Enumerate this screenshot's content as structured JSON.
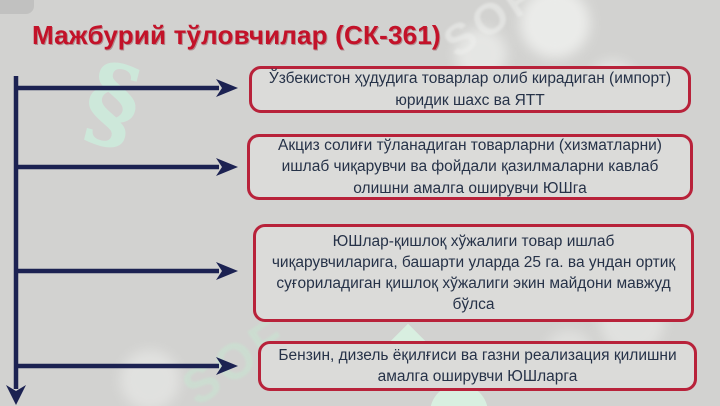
{
  "slide": {
    "title": "Мажбурий тўловчилар (СК-361)",
    "boxes": [
      {
        "text": "Ўзбекистон ҳудудига товарлар олиб кирадиган (импорт) юридик шахс ва ЯТТ"
      },
      {
        "text": "Акциз солиғи тўланадиган товарларни (хизматларни) ишлаб чиқарувчи ва фойдали қазилмаларни кавлаб олишни амалга оширувчи ЮШга"
      },
      {
        "text": "ЮШлар-қишлоқ хўжалиги товар ишлаб чиқарувчиларига, башарти уларда 25 га. ва ундан ортиқ суғориладиган қишлоқ хўжалиги экин майдони мавжуд бўлса"
      },
      {
        "text": "Бензин, дизель ёқилғиси ва газни реализация қилишни амалга оширувчи ЮШларга"
      }
    ],
    "watermark": {
      "section_symbol": "§",
      "label": "SOF"
    },
    "colors": {
      "background": "#d2d2d0",
      "title": "#c31229",
      "box_border": "#b8223a",
      "box_fill": "#dbdbd9",
      "box_text": "#263248",
      "arrow": "#1c2252",
      "watermark_mint": "#cdeedd"
    }
  }
}
